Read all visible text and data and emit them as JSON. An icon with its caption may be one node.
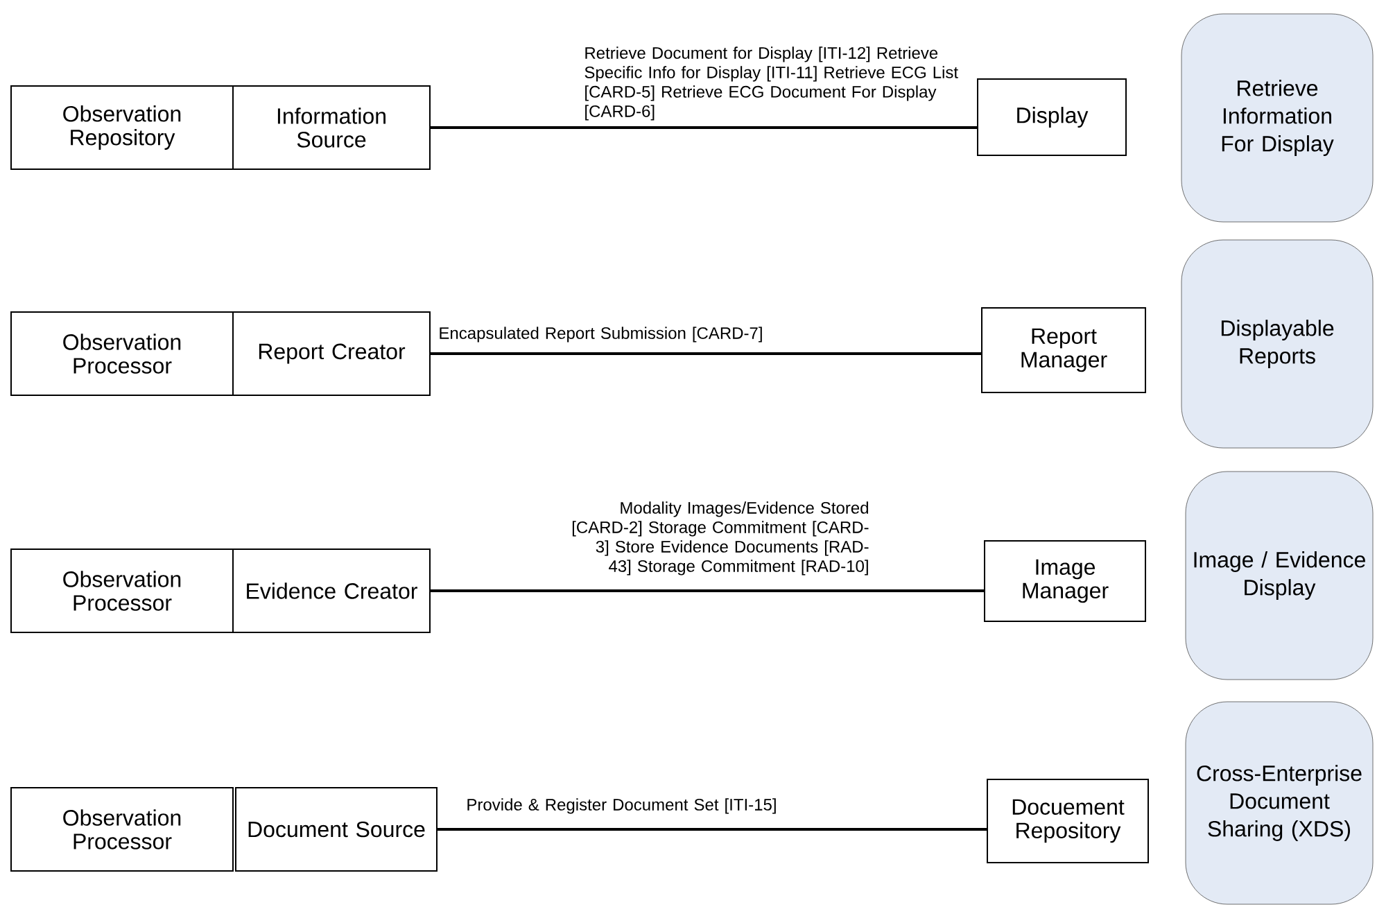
{
  "diagram": {
    "nodes": [
      {
        "text": [
          "Observation Repository"
        ]
      },
      {
        "text": [
          "Information Source"
        ]
      },
      {
        "text": [
          "Display"
        ]
      },
      {
        "text": [
          "Retrieve Information For Display"
        ]
      },
      {
        "text": [
          "Observation Processor"
        ]
      },
      {
        "text": [
          "Report Creator"
        ]
      },
      {
        "text": [
          "Report Manager"
        ]
      },
      {
        "text": [
          "Displayable Reports"
        ]
      },
      {
        "text": [
          "Observation Processor"
        ]
      },
      {
        "text": [
          "Evidence Creator"
        ]
      },
      {
        "text": [
          "Image Manager"
        ]
      },
      {
        "text": [
          "Image / Evidence Display"
        ]
      },
      {
        "text": [
          "Observation Processor"
        ]
      },
      {
        "text": [
          "Document Source"
        ]
      },
      {
        "text": [
          "Docuement Repository"
        ]
      },
      {
        "text": [
          "Cross-Enterprise Document Sharing (XDS)"
        ]
      }
    ],
    "edges": [
      {
        "from": 1,
        "to": 2,
        "arrow": "none",
        "label": "Retrieve Document for Display [ITI-12] Retrieve Specific Info for Display [ITI-11] Retrieve ECG List [CARD-5] Retrieve ECG Document For Display [CARD-6]"
      },
      {
        "from": 5,
        "to": 6,
        "arrow": "none",
        "label": "Encapsulated Report Submission [CARD-7]"
      },
      {
        "from": 9,
        "to": 10,
        "arrow": "none",
        "label": "Modality Images/Evidence Stored [CARD-2] Storage Commitment [CARD-3] Store Evidence Documents [RAD-43] Storage Commitment [RAD-10]"
      },
      {
        "from": 13,
        "to": 14,
        "arrow": "none",
        "label": "Provide & Register Document Set [ITI-15]"
      }
    ]
  }
}
